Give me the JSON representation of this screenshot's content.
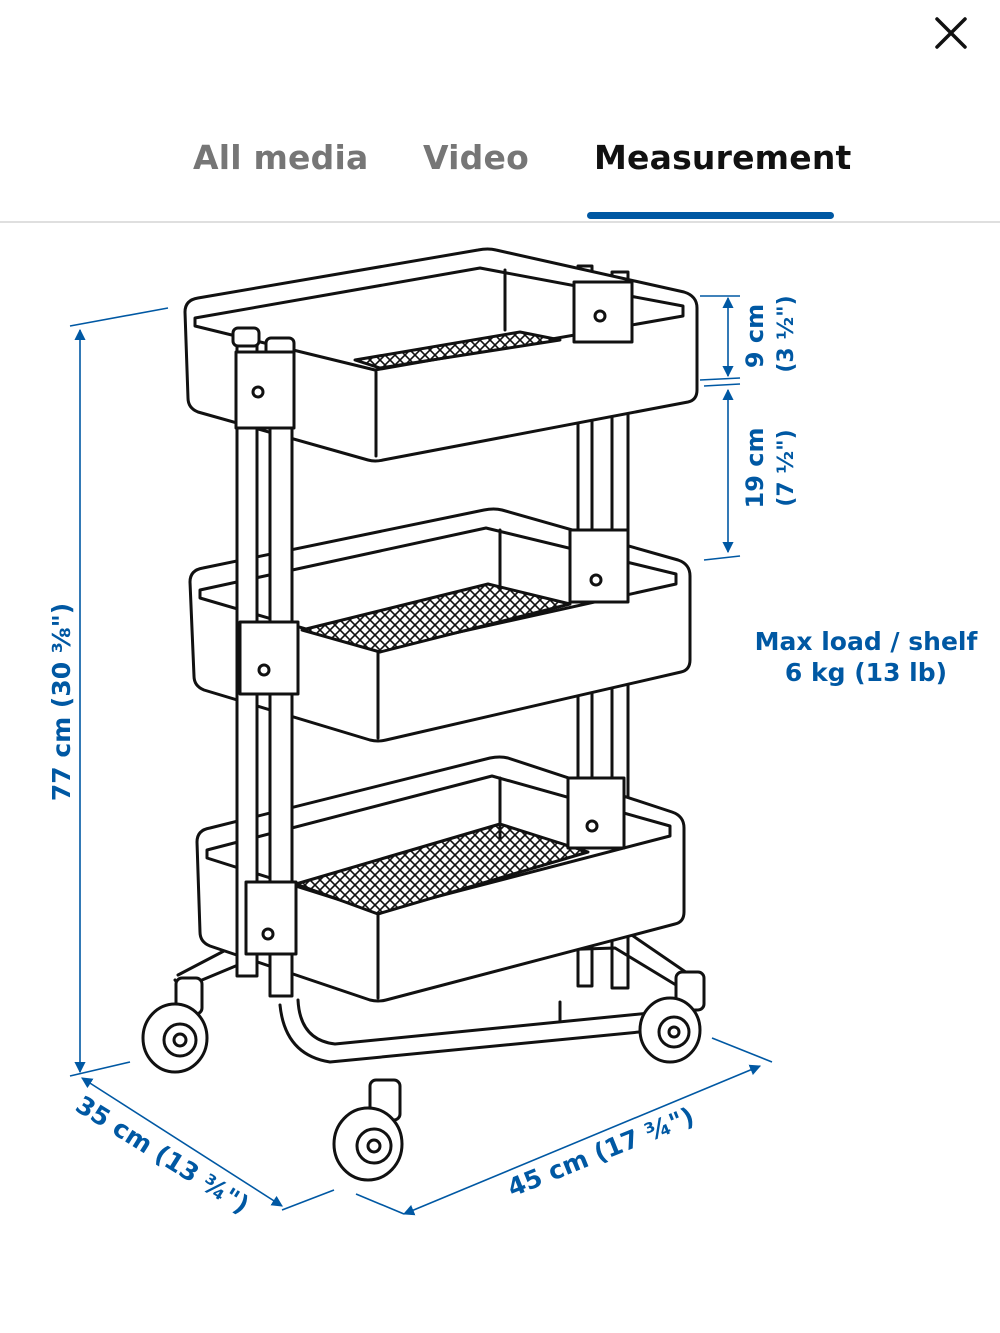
{
  "header": {
    "close_icon": "close-icon"
  },
  "tabs": [
    {
      "label": "All media",
      "active": false
    },
    {
      "label": "Video",
      "active": false
    },
    {
      "label": "Measurement",
      "active": true
    }
  ],
  "accent_color": "#0058a3",
  "measurements": {
    "height": "77 cm (30 ⅜\")",
    "depth": "35 cm (13 ¾\")",
    "width": "45 cm (17 ¾\")",
    "shelf_depth_cm": "9 cm",
    "shelf_depth_in": "(3 ½\")",
    "shelf_gap_cm": "19 cm",
    "shelf_gap_in": "(7 ½\")",
    "max_load_line1": "Max load / shelf",
    "max_load_line2": "6 kg (13 lb)"
  }
}
